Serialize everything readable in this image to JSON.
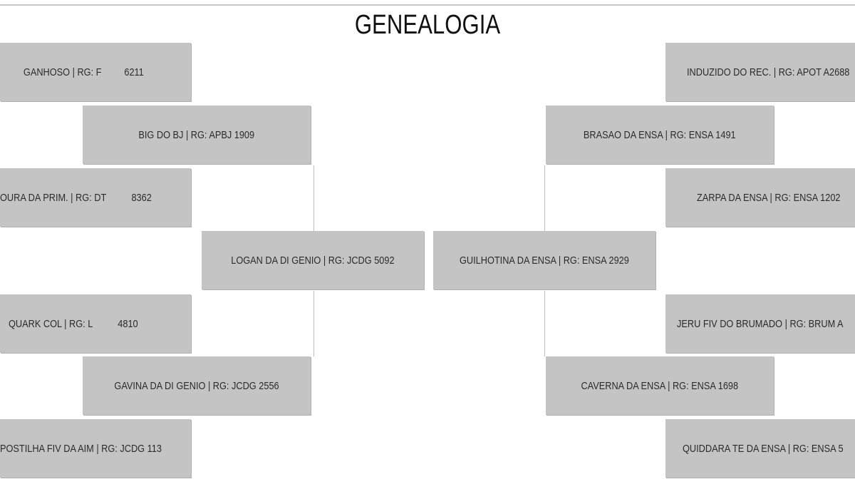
{
  "title": "GENEALOGIA",
  "left": {
    "sire": "LOGAN DA DI GENIO | RG: JCDG 5092",
    "paternal_grandsire": "BIG DO BJ | RG: APBJ 1909",
    "paternal_gg_sire": "GANHOSO | RG: F         6211",
    "paternal_gg_dam": "OURA DA PRIM. | RG: DT          8362",
    "paternal_granddam": "GAVINA DA DI GENIO | RG: JCDG 2556",
    "maternal_gg_sire": "QUARK COL | RG: L          4810",
    "maternal_gg_dam": "POSTILHA FIV DA AIM | RG: JCDG 113"
  },
  "right": {
    "dam": "GUILHOTINA DA ENSA | RG: ENSA 2929",
    "grandsire": "BRASAO DA ENSA | RG: ENSA 1491",
    "gg_sire": "INDUZIDO DO REC. | RG: APOT A2688",
    "gg_dam": "ZARPA DA ENSA | RG: ENSA 1202",
    "granddam": "CAVERNA DA ENSA | RG: ENSA 1698",
    "gg_sire_2": "JERU FIV DO BRUMADO | RG: BRUM A",
    "gg_dam_2": "QUIDDARA TE DA ENSA | RG: ENSA 5"
  }
}
